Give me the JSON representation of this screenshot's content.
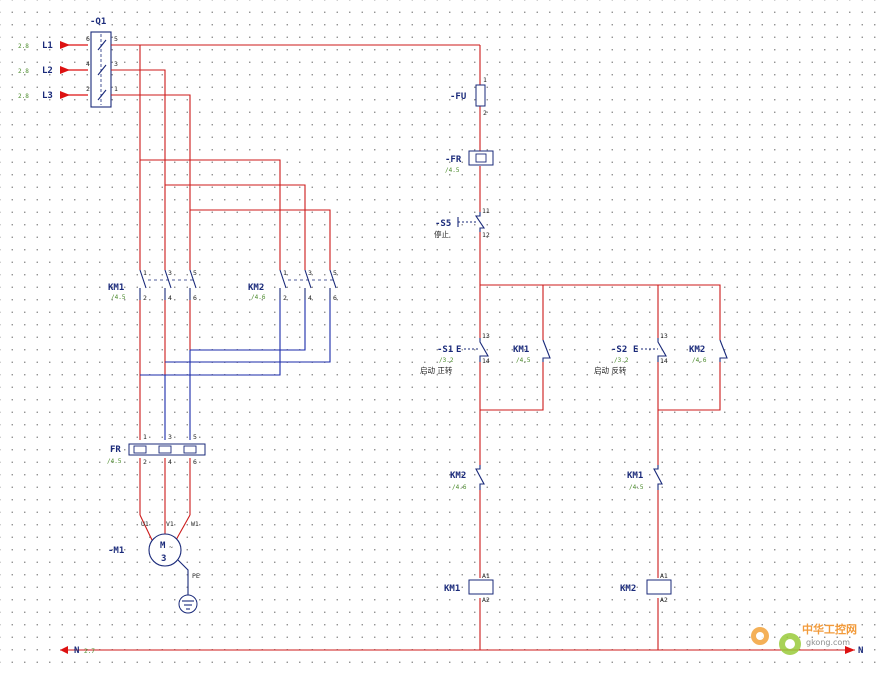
{
  "main_breaker": {
    "id": "-Q1",
    "pins_top": [
      "6",
      "4",
      "2"
    ],
    "pins_bottom": [
      "5",
      "3",
      "1"
    ]
  },
  "phases": [
    {
      "ref": "2.8",
      "name": "L1"
    },
    {
      "ref": "2.8",
      "name": "L2"
    },
    {
      "ref": "2.8",
      "name": "L3"
    }
  ],
  "neutral_left": {
    "name": "N",
    "ref": "2.7"
  },
  "neutral_right": {
    "name": "N"
  },
  "km1_main": {
    "id": "KM1",
    "ref": "/4.5",
    "top_pins": [
      "1",
      "3",
      "5"
    ],
    "bottom_pins": [
      "2",
      "4",
      "6"
    ]
  },
  "km2_main": {
    "id": "KM2",
    "ref": "/4.6",
    "top_pins": [
      "1",
      "3",
      "5"
    ],
    "bottom_pins": [
      "2",
      "4",
      "6"
    ]
  },
  "fr_main": {
    "id": "FR",
    "ref": "/4.5",
    "top_pins": [
      "1",
      "3",
      "5"
    ],
    "bottom_pins": [
      "2",
      "4",
      "6"
    ]
  },
  "motor": {
    "id": "-M1",
    "symbol": "M",
    "phase": "3",
    "terminals": [
      "U1",
      "V1",
      "W1"
    ],
    "pe": "PE"
  },
  "fuse": {
    "id": "-FU",
    "pins": [
      "1",
      "2"
    ]
  },
  "fr_control": {
    "id": "-FR",
    "ref": "/4.5"
  },
  "stop_button": {
    "id": "-S5",
    "pins": [
      "11",
      "12"
    ],
    "label": "停止"
  },
  "fwd_button": {
    "id": "-S1",
    "ref": "/3.2",
    "pins": [
      "13",
      "14"
    ],
    "label": "启动 正转"
  },
  "rev_button": {
    "id": "-S2",
    "ref": "/3.2",
    "pins": [
      "13",
      "14"
    ],
    "label": "启动 反转"
  },
  "km1_hold": {
    "id": "KM1",
    "ref": "/4.5"
  },
  "km2_hold": {
    "id": "KM2",
    "ref": "/4.6"
  },
  "km2_interlock": {
    "id": "KM2",
    "ref": "/4.6"
  },
  "km1_interlock": {
    "id": "KM1",
    "ref": "/4.5"
  },
  "km1_coil": {
    "id": "KM1",
    "pins": [
      "A1",
      "A2"
    ]
  },
  "km2_coil": {
    "id": "KM2",
    "pins": [
      "A1",
      "A2"
    ]
  },
  "watermark": {
    "cn": "中华工控网",
    "url": "gkong.com"
  },
  "colors": {
    "power": "#cc1a1a",
    "reversal": "#1a2aa8",
    "label": "#1a2a7a",
    "ref": "#4a8a2a",
    "arrow": "#dd1111"
  }
}
